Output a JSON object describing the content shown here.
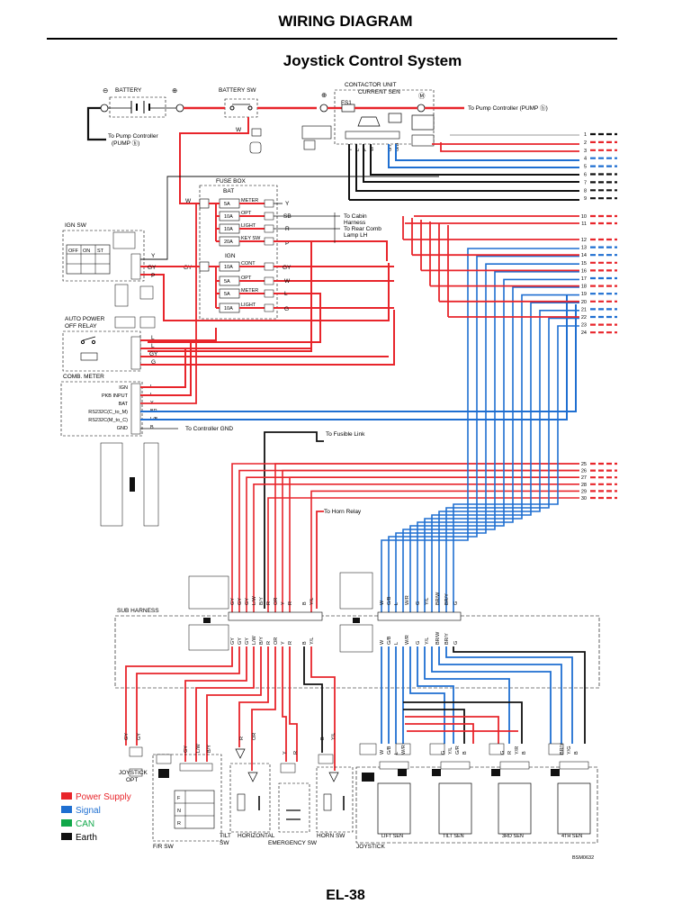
{
  "header": {
    "title": "WIRING DIAGRAM",
    "subtitle": "Joystick Control System"
  },
  "page_number": "EL-38",
  "figure_code": "BSM0632",
  "legend": [
    {
      "label": "Power Supply",
      "color": "#e8252b"
    },
    {
      "label": "Signal",
      "color": "#1f6fd1"
    },
    {
      "label": "CAN",
      "color": "#11a84a"
    },
    {
      "label": "Earth",
      "color": "#111111"
    }
  ],
  "colors": {
    "power": "#e8252b",
    "signal": "#1f6fd1",
    "can": "#11a84a",
    "earth": "#111111"
  },
  "top": {
    "battery": "BATTERY",
    "battery_sw": "BATTERY SW",
    "contactor_unit": "CONTACTOR UNIT",
    "current_sen": "CURRENT SEN",
    "fs1": "FS1",
    "to_pump_right": "To Pump Controller (PUMP ⓑ)",
    "to_pump_left_1": "To Pump Controller",
    "to_pump_left_2": "(PUMP ⓑ)",
    "w": "W",
    "contactor_wires": [
      "Y",
      "L",
      "P",
      "W",
      "GY",
      "G/B"
    ]
  },
  "fuse_box": {
    "label": "FUSE BOX",
    "bat": "BAT",
    "ign": "IGN",
    "w_in": "W",
    "gy_in": "GY",
    "bat_fuses": [
      {
        "amp": "5A",
        "name": "METER",
        "wire": "Y"
      },
      {
        "amp": "10A",
        "name": "OPT",
        "wire": "SB"
      },
      {
        "amp": "10A",
        "name": "LIGHT",
        "wire": "R"
      },
      {
        "amp": "20A",
        "name": "KEY SW",
        "wire": "P"
      }
    ],
    "ign_fuses": [
      {
        "amp": "10A",
        "name": "CONT",
        "wire": "GY"
      },
      {
        "amp": "5A",
        "name": "OPT",
        "wire": "W"
      },
      {
        "amp": "5A",
        "name": "METER",
        "wire": "L"
      },
      {
        "amp": "10A",
        "name": "LIGHT",
        "wire": "G"
      }
    ],
    "to_cabin_1": "To Cabin",
    "to_cabin_2": "Harness",
    "to_rear_1": "To Rear Comb",
    "to_rear_2": "Lamp LH"
  },
  "ign_sw": {
    "label": "IGN SW",
    "off": "OFF",
    "on": "ON",
    "st": "ST",
    "wires": [
      "Y",
      "GY",
      "P"
    ]
  },
  "relay": {
    "label_1": "AUTO POWER",
    "label_2": "OFF RELAY",
    "wires": [
      "L",
      "L",
      "GY",
      "G"
    ]
  },
  "meter": {
    "label": "COMB. METER",
    "pins": [
      {
        "name": "IGN",
        "wire": "L"
      },
      {
        "name": "PKB INPUT",
        "wire": "L"
      },
      {
        "name": "BAT",
        "wire": "Y"
      },
      {
        "name": "RS232C(C_to_M)",
        "wire": "BR"
      },
      {
        "name": "RS232C(M_to_C)",
        "wire": "L/B"
      },
      {
        "name": "GND",
        "wire": "B"
      }
    ],
    "to_controller_gnd": "To Controller GND"
  },
  "misc": {
    "to_fusible_link": "To Fusible Link",
    "to_horn_relay": "To Horn Relay"
  },
  "right_pins_a": [
    "1",
    "2",
    "3",
    "4",
    "5",
    "6",
    "7",
    "8",
    "9"
  ],
  "right_pins_b": [
    "10",
    "11"
  ],
  "right_pins_c": [
    "12",
    "13",
    "14",
    "15",
    "16",
    "17",
    "18",
    "19",
    "20",
    "21",
    "22",
    "23",
    "24"
  ],
  "right_pins_d": [
    "25",
    "26",
    "27",
    "28",
    "29",
    "30"
  ],
  "sub_harness": {
    "label": "SUB HARNESS",
    "left_wires": [
      "GY",
      "GY",
      "GY",
      "L/W",
      "B/Y",
      "R",
      "OR",
      "Y",
      "R",
      "B",
      "Y/L"
    ],
    "right_wires": [
      "W",
      "G/B",
      "L",
      "W/R",
      "G",
      "Y/L",
      "BR/W",
      "BR/Y",
      "G"
    ]
  },
  "bottom": {
    "joystick_opt_1": "JOYSTICK",
    "joystick_opt_2": "OPT",
    "fr_sw": "F/R SW",
    "fr_rows": [
      "F",
      "N",
      "R"
    ],
    "tilt_sw_1": "TILT",
    "tilt_sw_2": "SW",
    "horizontal": "HORIZONTAL",
    "emergency_sw": "EMERGENCY SW",
    "horn_sw": "HORN SW",
    "joystick": "JOYSTICK",
    "sensors": [
      "LIFT SEN",
      "TILT SEN",
      "3RD SEN",
      "4TH SEN"
    ],
    "sensor_wires": [
      [
        "W",
        "G/B",
        "L",
        "W/R"
      ],
      [
        "G",
        "Y/L",
        "G/R",
        "B"
      ],
      [
        "G",
        "R",
        "Y/R",
        "B"
      ],
      [
        "BR/Y",
        "Y/G",
        "B"
      ]
    ],
    "joy_opt_wires": [
      "GY",
      "GY"
    ],
    "fr_wires": [
      "GY",
      "L/W",
      "B/Y"
    ],
    "tilt_wires": [
      "R",
      "OR"
    ],
    "emerg_wires": [
      "Y",
      "R"
    ],
    "horn_wires": [
      "B",
      "Y/L"
    ]
  }
}
